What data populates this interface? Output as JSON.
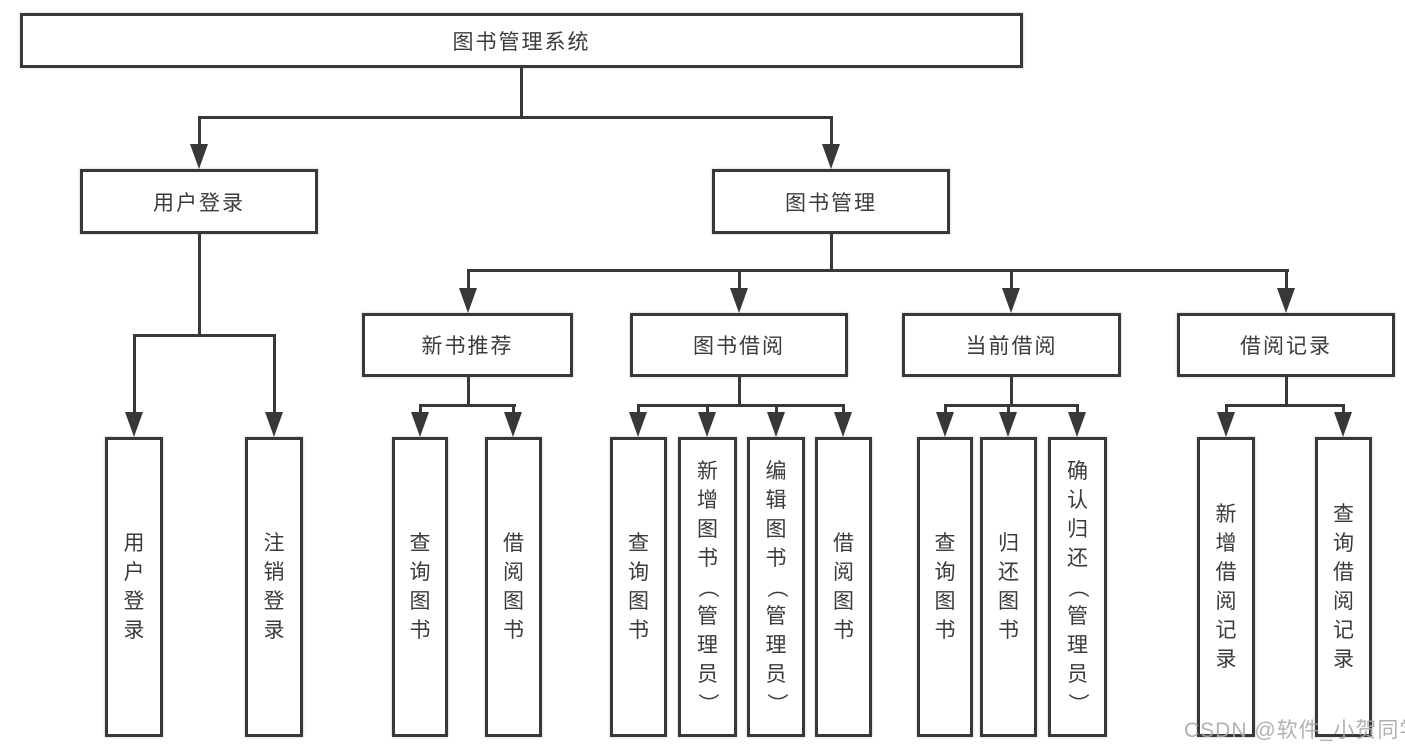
{
  "colors": {
    "line": "#383838",
    "text": "#3b3b3b",
    "watermark": "#a9a9a9",
    "background": "#ffffff"
  },
  "watermark": {
    "text": "CSDN @软件_小贺同学"
  },
  "tree": {
    "root": {
      "label": "图书管理系统"
    },
    "branches": [
      {
        "label": "用户登录",
        "children": [
          {
            "label": "用户登录"
          },
          {
            "label": "注销登录"
          }
        ]
      },
      {
        "label": "图书管理",
        "children": [
          {
            "label": "新书推荐",
            "children": [
              {
                "label": "查询图书"
              },
              {
                "label": "借阅图书"
              }
            ]
          },
          {
            "label": "图书借阅",
            "children": [
              {
                "label": "查询图书"
              },
              {
                "label": "新增图书（管理员）"
              },
              {
                "label": "编辑图书（管理员）"
              },
              {
                "label": "借阅图书"
              }
            ]
          },
          {
            "label": "当前借阅",
            "children": [
              {
                "label": "查询图书"
              },
              {
                "label": "归还图书"
              },
              {
                "label": "确认归还（管理员）"
              }
            ]
          },
          {
            "label": "借阅记录",
            "children": [
              {
                "label": "新增借阅记录"
              },
              {
                "label": "查询借阅记录"
              }
            ]
          }
        ]
      }
    ]
  }
}
